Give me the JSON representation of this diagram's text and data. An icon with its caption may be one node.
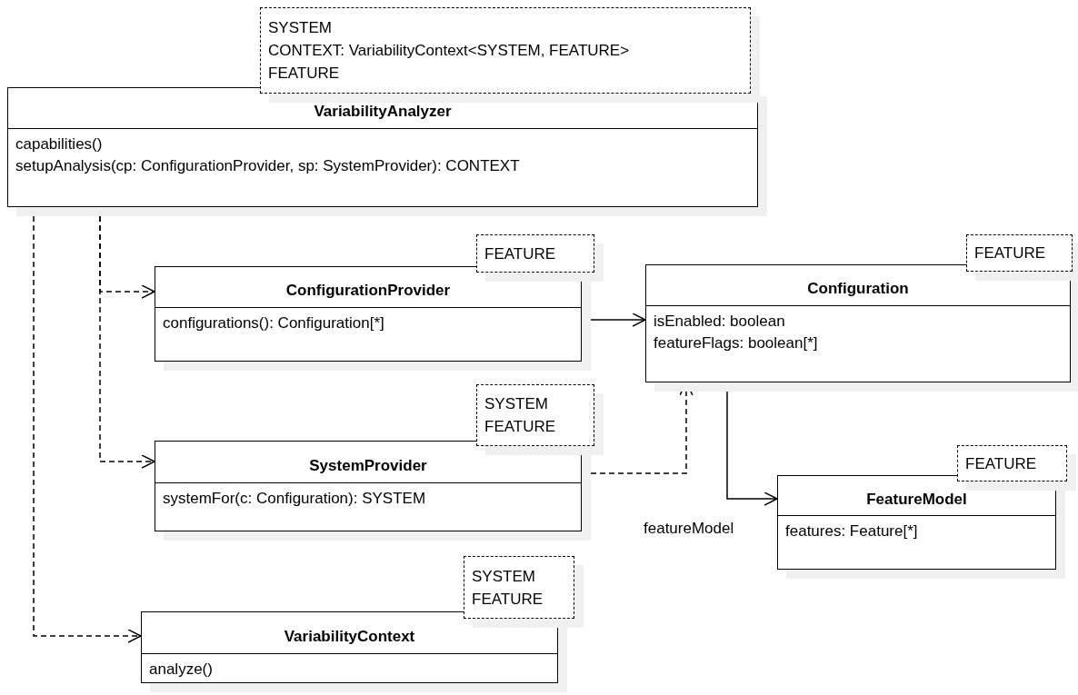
{
  "diagram": {
    "nodes": [
      {
        "text": [
          "SYSTEM",
          "CONTEXT: VariabilityContext<SYSTEM, FEATURE>",
          "FEATURE"
        ]
      },
      {
        "text": [
          "VariabilityAnalyzer",
          "capabilities()",
          "setupAnalysis(cp: ConfigurationProvider, sp: SystemProvider): CONTEXT"
        ]
      },
      {
        "text": [
          "FEATURE"
        ]
      },
      {
        "text": [
          "ConfigurationProvider",
          "configurations(): Configuration[*]"
        ]
      },
      {
        "text": [
          "FEATURE"
        ]
      },
      {
        "text": [
          "Configuration",
          "isEnabled: boolean",
          "featureFlags: boolean[*]"
        ]
      },
      {
        "text": [
          "SYSTEM",
          "FEATURE"
        ]
      },
      {
        "text": [
          "SystemProvider",
          "systemFor(c: Configuration): SYSTEM"
        ]
      },
      {
        "text": [
          "FEATURE"
        ]
      },
      {
        "text": [
          "FeatureModel",
          "features: Feature[*]"
        ]
      },
      {
        "text": [
          "SYSTEM",
          "FEATURE"
        ]
      },
      {
        "text": [
          "VariabilityContext",
          "analyze()"
        ]
      }
    ],
    "edges": [
      {
        "from": 1,
        "to": 3,
        "arrow": "to",
        "style": "dashed"
      },
      {
        "from": 1,
        "to": 7,
        "arrow": "to",
        "style": "dashed"
      },
      {
        "from": 1,
        "to": 11,
        "arrow": "to",
        "style": "dashed"
      },
      {
        "from": 3,
        "to": 5,
        "arrow": "to"
      },
      {
        "from": 7,
        "to": 5,
        "arrow": "to",
        "style": "dashed"
      },
      {
        "from": 5,
        "to": 9,
        "arrow": "to",
        "label": "featureModel"
      }
    ]
  }
}
